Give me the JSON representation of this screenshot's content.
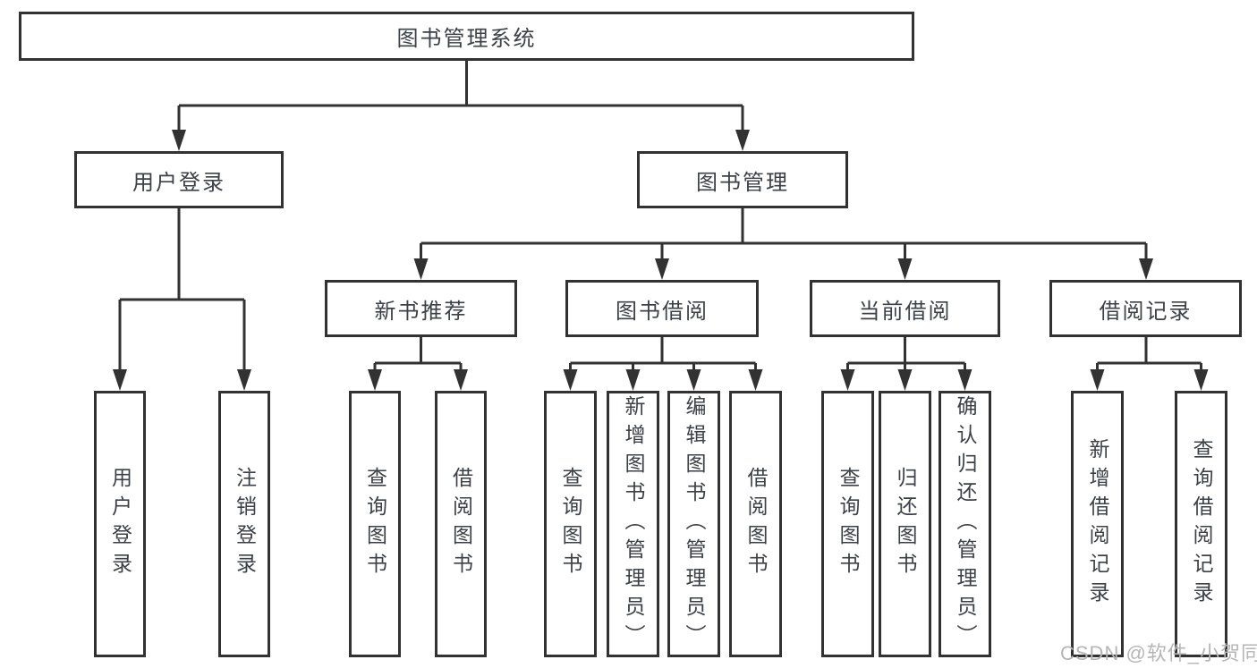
{
  "diagram": {
    "root": {
      "label": "图书管理系统"
    },
    "branches": [
      {
        "label": "用户登录",
        "children": [
          {
            "label": "用户登录"
          },
          {
            "label": "注销登录"
          }
        ]
      },
      {
        "label": "图书管理",
        "children": [
          {
            "label": "新书推荐",
            "children": [
              {
                "label": "查询图书"
              },
              {
                "label": "借阅图书"
              }
            ]
          },
          {
            "label": "图书借阅",
            "children": [
              {
                "label": "查询图书"
              },
              {
                "label": "新增图书（管理员）"
              },
              {
                "label": "编辑图书（管理员）"
              },
              {
                "label": "借阅图书"
              }
            ]
          },
          {
            "label": "当前借阅",
            "children": [
              {
                "label": "查询图书"
              },
              {
                "label": "归还图书"
              },
              {
                "label": "确认归还（管理员）"
              }
            ]
          },
          {
            "label": "借阅记录",
            "children": [
              {
                "label": "新增借阅记录"
              },
              {
                "label": "查询借阅记录"
              }
            ]
          }
        ]
      }
    ]
  },
  "watermark": {
    "text": "CSDN @软件_小贺同学"
  },
  "colors": {
    "line": "#323232",
    "box_border": "#323232",
    "text": "#3c4148",
    "background": "#ffffff",
    "watermark_text": "#b5b5b5"
  }
}
